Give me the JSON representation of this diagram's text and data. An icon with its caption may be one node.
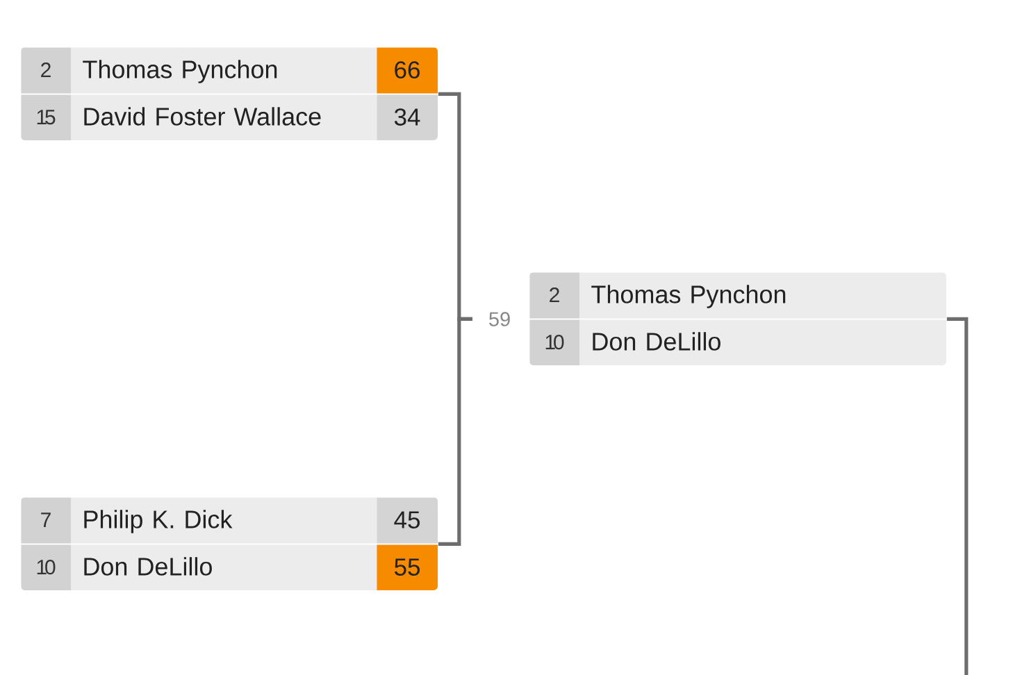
{
  "diagram": {
    "nodes": [
      {
        "text": [],
        "shape": "box"
      },
      {
        "text": [
          "2",
          "Thomas Pynchon",
          "66"
        ],
        "in": 0
      },
      {
        "text": [
          "15",
          "David Foster Wallace",
          "34"
        ],
        "in": 0
      },
      {
        "text": [],
        "shape": "box"
      },
      {
        "text": [
          "7",
          "Philip K. Dick",
          "45"
        ],
        "in": 3
      },
      {
        "text": [
          "10",
          "Don DeLillo",
          "55"
        ],
        "in": 3
      },
      {
        "text": [],
        "shape": "box"
      },
      {
        "text": [
          "2",
          "Thomas Pynchon"
        ],
        "in": 6
      },
      {
        "text": [
          "10",
          "Don DeLillo"
        ],
        "in": 6
      }
    ],
    "edges": [
      {
        "from": 0,
        "to": 6,
        "arrow": "none"
      },
      {
        "from": 3,
        "to": 6,
        "arrow": "none"
      },
      {
        "from": 6,
        "to": null,
        "arrow": "none"
      }
    ],
    "labels": [
      "59"
    ]
  }
}
